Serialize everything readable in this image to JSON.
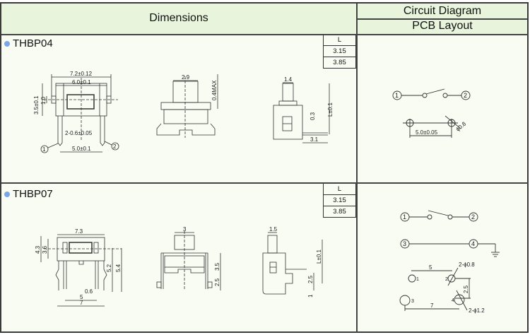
{
  "header": {
    "dimensions": "Dimensions",
    "circuit_diagram": "Circuit Diagram",
    "pcb_layout": "PCB Layout"
  },
  "products": [
    {
      "model": "THBP04",
      "l_table": {
        "header": "L",
        "values": [
          "3.15",
          "3.85"
        ]
      },
      "dims": {
        "front": {
          "width_outer": "7.2±0.12",
          "width_inner": "6.0±0.1",
          "height": "3.5±0.1",
          "slot": "1.0",
          "pin": "2-0.6±0.05",
          "pitch": "5.0±0.1",
          "pin1": "1",
          "pin2": "2"
        },
        "side": {
          "button": "2.9",
          "max": "0.4MAX"
        },
        "profile": {
          "button": "1.4",
          "l": "L±0.1",
          "thick": "0.3",
          "lead": "3.1"
        }
      },
      "circuit": {
        "node1": "1",
        "node2": "2"
      },
      "pcb": {
        "pitch": "5.0±0.05",
        "hole": "ϕ0.8"
      }
    },
    {
      "model": "THBP07",
      "l_table": {
        "header": "L",
        "values": [
          "3.15",
          "3.85"
        ]
      },
      "dims": {
        "front": {
          "width": "7.3",
          "h1": "4.3",
          "h2": "3.6",
          "h3": "5.2",
          "h4": "5.4",
          "pin": "0.6",
          "pitch": "5",
          "total": "7"
        },
        "side": {
          "button": "3",
          "h1": "3.5",
          "h2": "2.5"
        },
        "profile": {
          "button": "1.5",
          "l": "L±0.1",
          "h": "2.5",
          "t": "1"
        }
      },
      "circuit": {
        "node1": "1",
        "node2": "2",
        "node3": "3",
        "node4": "4"
      },
      "pcb": {
        "pitch_small": "5",
        "hole_small": "2-ϕ0.8",
        "vertical": "2.5",
        "pitch_large": "7",
        "hole_large": "2-ϕ1.2",
        "p1": "1",
        "p2": "2",
        "p3": "3",
        "p4": "4"
      }
    }
  ]
}
